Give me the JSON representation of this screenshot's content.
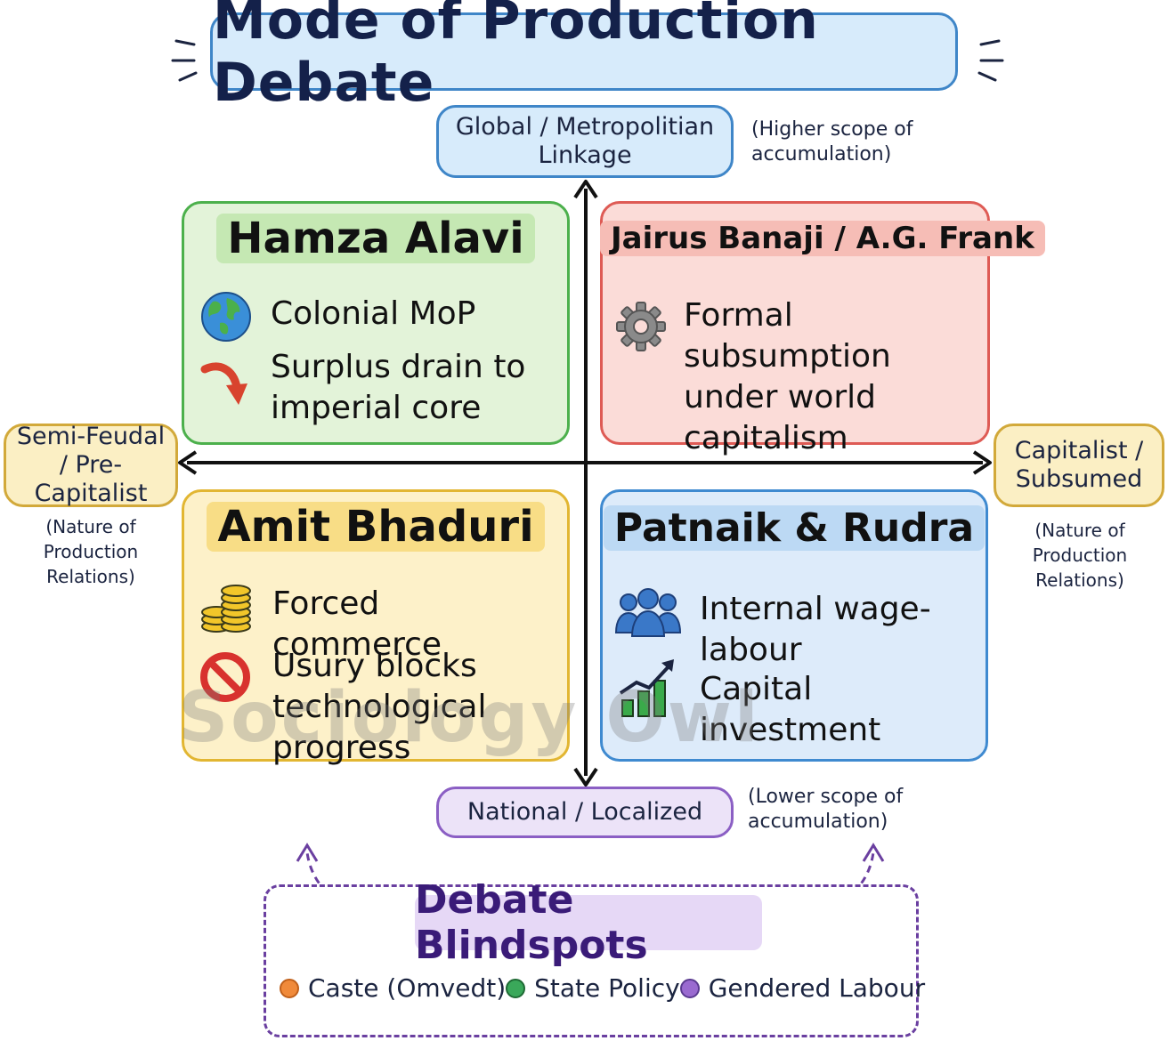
{
  "title": "Mode of Production Debate",
  "axes": {
    "top_label": "Global / Metropolitian Linkage",
    "top_note": "(Higher scope of accumulation)",
    "bottom_label": "National / Localized",
    "bottom_note": "(Lower scope of accumulation)",
    "left_label": "Semi-Feudal / Pre-Capitalist",
    "left_note": "(Nature of Production Relations)",
    "right_label": "Capitalist / Subsumed",
    "right_note": "(Nature of Production Relations)"
  },
  "quadrants": {
    "top_left": {
      "heading": "Hamza Alavi",
      "items": [
        {
          "icon": "globe-icon",
          "text": "Colonial MoP"
        },
        {
          "icon": "red-arrow-icon",
          "text": "Surplus drain to imperial core"
        }
      ]
    },
    "top_right": {
      "heading": "Jairus Banaji / A.G. Frank",
      "items": [
        {
          "icon": "gear-icon",
          "text": "Formal subsumption under world capitalism"
        }
      ]
    },
    "bottom_left": {
      "heading": "Amit Bhaduri",
      "items": [
        {
          "icon": "coins-icon",
          "text": "Forced commerce"
        },
        {
          "icon": "prohibited-icon",
          "text": "Usury blocks technological progress"
        }
      ]
    },
    "bottom_right": {
      "heading": "Patnaik & Rudra",
      "items": [
        {
          "icon": "people-icon",
          "text": "Internal wage-labour"
        },
        {
          "icon": "growth-chart-icon",
          "text": "Capital investment"
        }
      ]
    }
  },
  "blindspots": {
    "title": "Debate Blindspots",
    "items": [
      {
        "label": "Caste (Omvedt)",
        "color": "#f08a3a"
      },
      {
        "label": "State Policy",
        "color": "#3aa85a"
      },
      {
        "label": "Gendered Labour",
        "color": "#9a6ad0"
      }
    ]
  },
  "watermark": "Sociology Owl",
  "colors": {
    "green": "#4cb04c",
    "red": "#de5b55",
    "yellow": "#e2b632",
    "blue": "#3f8ad0",
    "purple": "#6a3fa0"
  }
}
